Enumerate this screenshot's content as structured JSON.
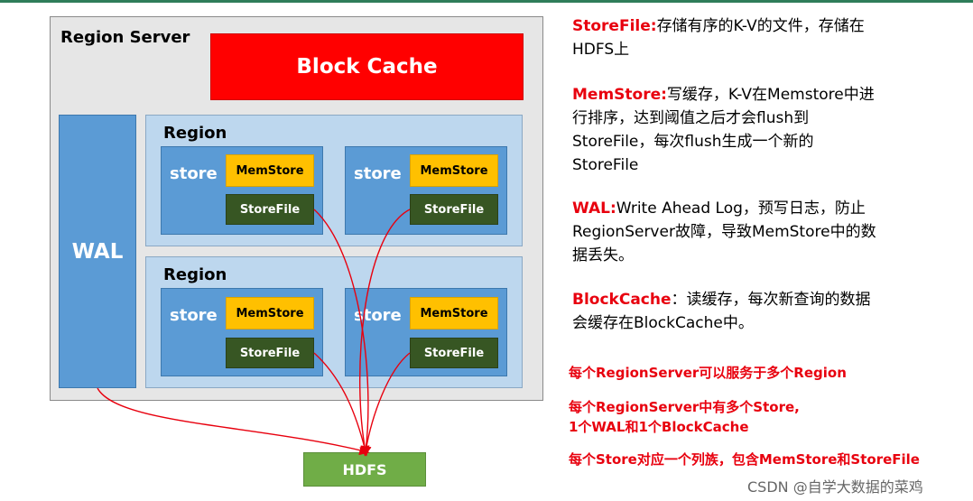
{
  "diagram": {
    "region_server_label": "Region Server",
    "block_cache_label": "Block Cache",
    "wal_label": "WAL",
    "hdfs_label": "HDFS",
    "regions": [
      {
        "label": "Region",
        "stores": [
          {
            "label": "store",
            "memstore": "MemStore",
            "storefile": "StoreFile"
          },
          {
            "label": "store",
            "memstore": "MemStore",
            "storefile": "StoreFile"
          }
        ]
      },
      {
        "label": "Region",
        "stores": [
          {
            "label": "store",
            "memstore": "MemStore",
            "storefile": "StoreFile"
          },
          {
            "label": "store",
            "memstore": "MemStore",
            "storefile": "StoreFile"
          }
        ]
      }
    ],
    "colors": {
      "block_cache": "#ff0000",
      "wal": "#5b9bd5",
      "region": "#bdd7ee",
      "store": "#5b9bd5",
      "memstore": "#ffc000",
      "storefile": "#375623",
      "hdfs": "#70ad47",
      "arrow": "#e8000e"
    }
  },
  "notes": [
    {
      "key": "StoreFile:",
      "lines": [
        "存储有序的K-V的文件，存储在",
        "HDFS上"
      ]
    },
    {
      "key": "MemStore:",
      "lines": [
        "写缓存，K-V在Memstore中进",
        "行排序，达到阈值之后才会flush到",
        "StoreFile，每次flush生成一个新的",
        "StoreFile"
      ]
    },
    {
      "key": "WAL:",
      "lines": [
        "Write Ahead Log，预写日志，防止",
        "RegionServer故障，导致MemStore中的数",
        "据丢失。"
      ]
    },
    {
      "key": "BlockCache",
      "lines": [
        "：读缓存，每次新查询的数据",
        "会缓存在BlockCache中。"
      ]
    }
  ],
  "red_notes": [
    {
      "lines": [
        "每个RegionServer可以服务于多个Region"
      ]
    },
    {
      "lines": [
        "每个RegionServer中有多个Store,",
        "1个WAL和1个BlockCache"
      ]
    },
    {
      "lines": [
        "每个Store对应一个列族，包含MemStore和StoreFile"
      ]
    }
  ],
  "watermark": "CSDN @自学大数据的菜鸡"
}
